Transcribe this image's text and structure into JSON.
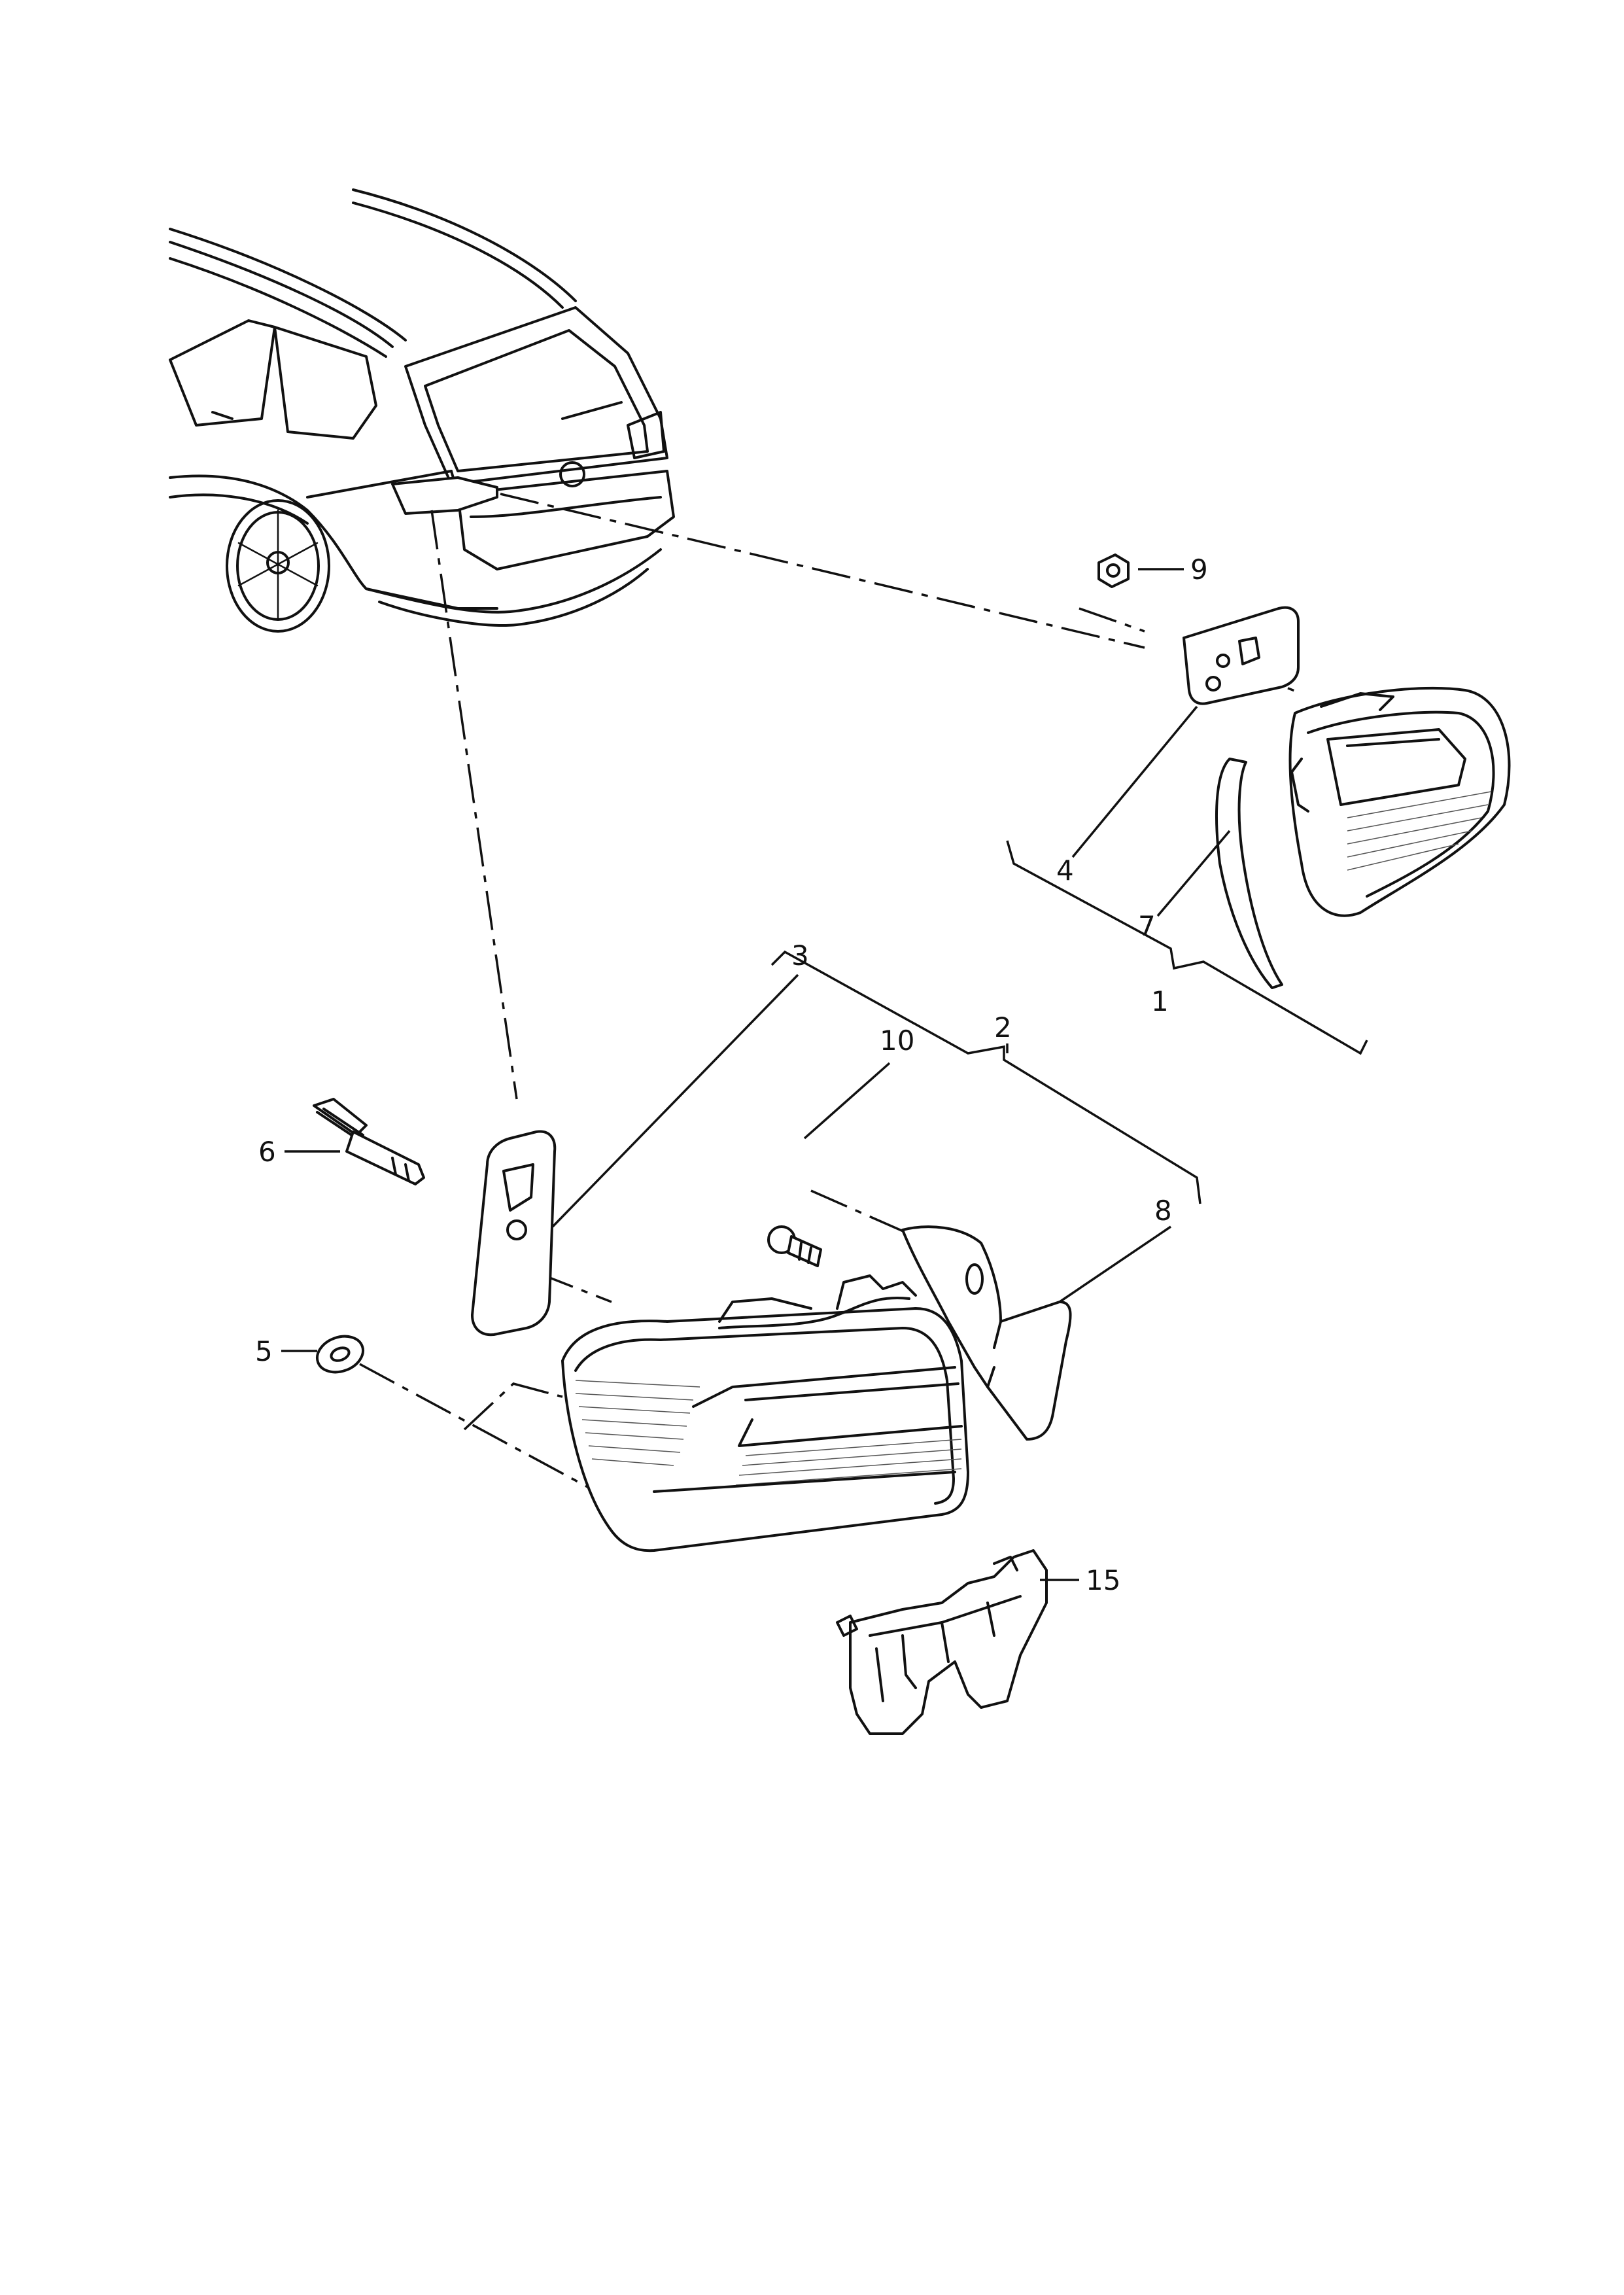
{
  "callouts": {
    "c1": "1",
    "c2": "2",
    "c3": "3",
    "c4": "4",
    "c5": "5",
    "c6": "6",
    "c7": "7",
    "c8": "8",
    "c9": "9",
    "c10": "10",
    "c15": "15"
  }
}
